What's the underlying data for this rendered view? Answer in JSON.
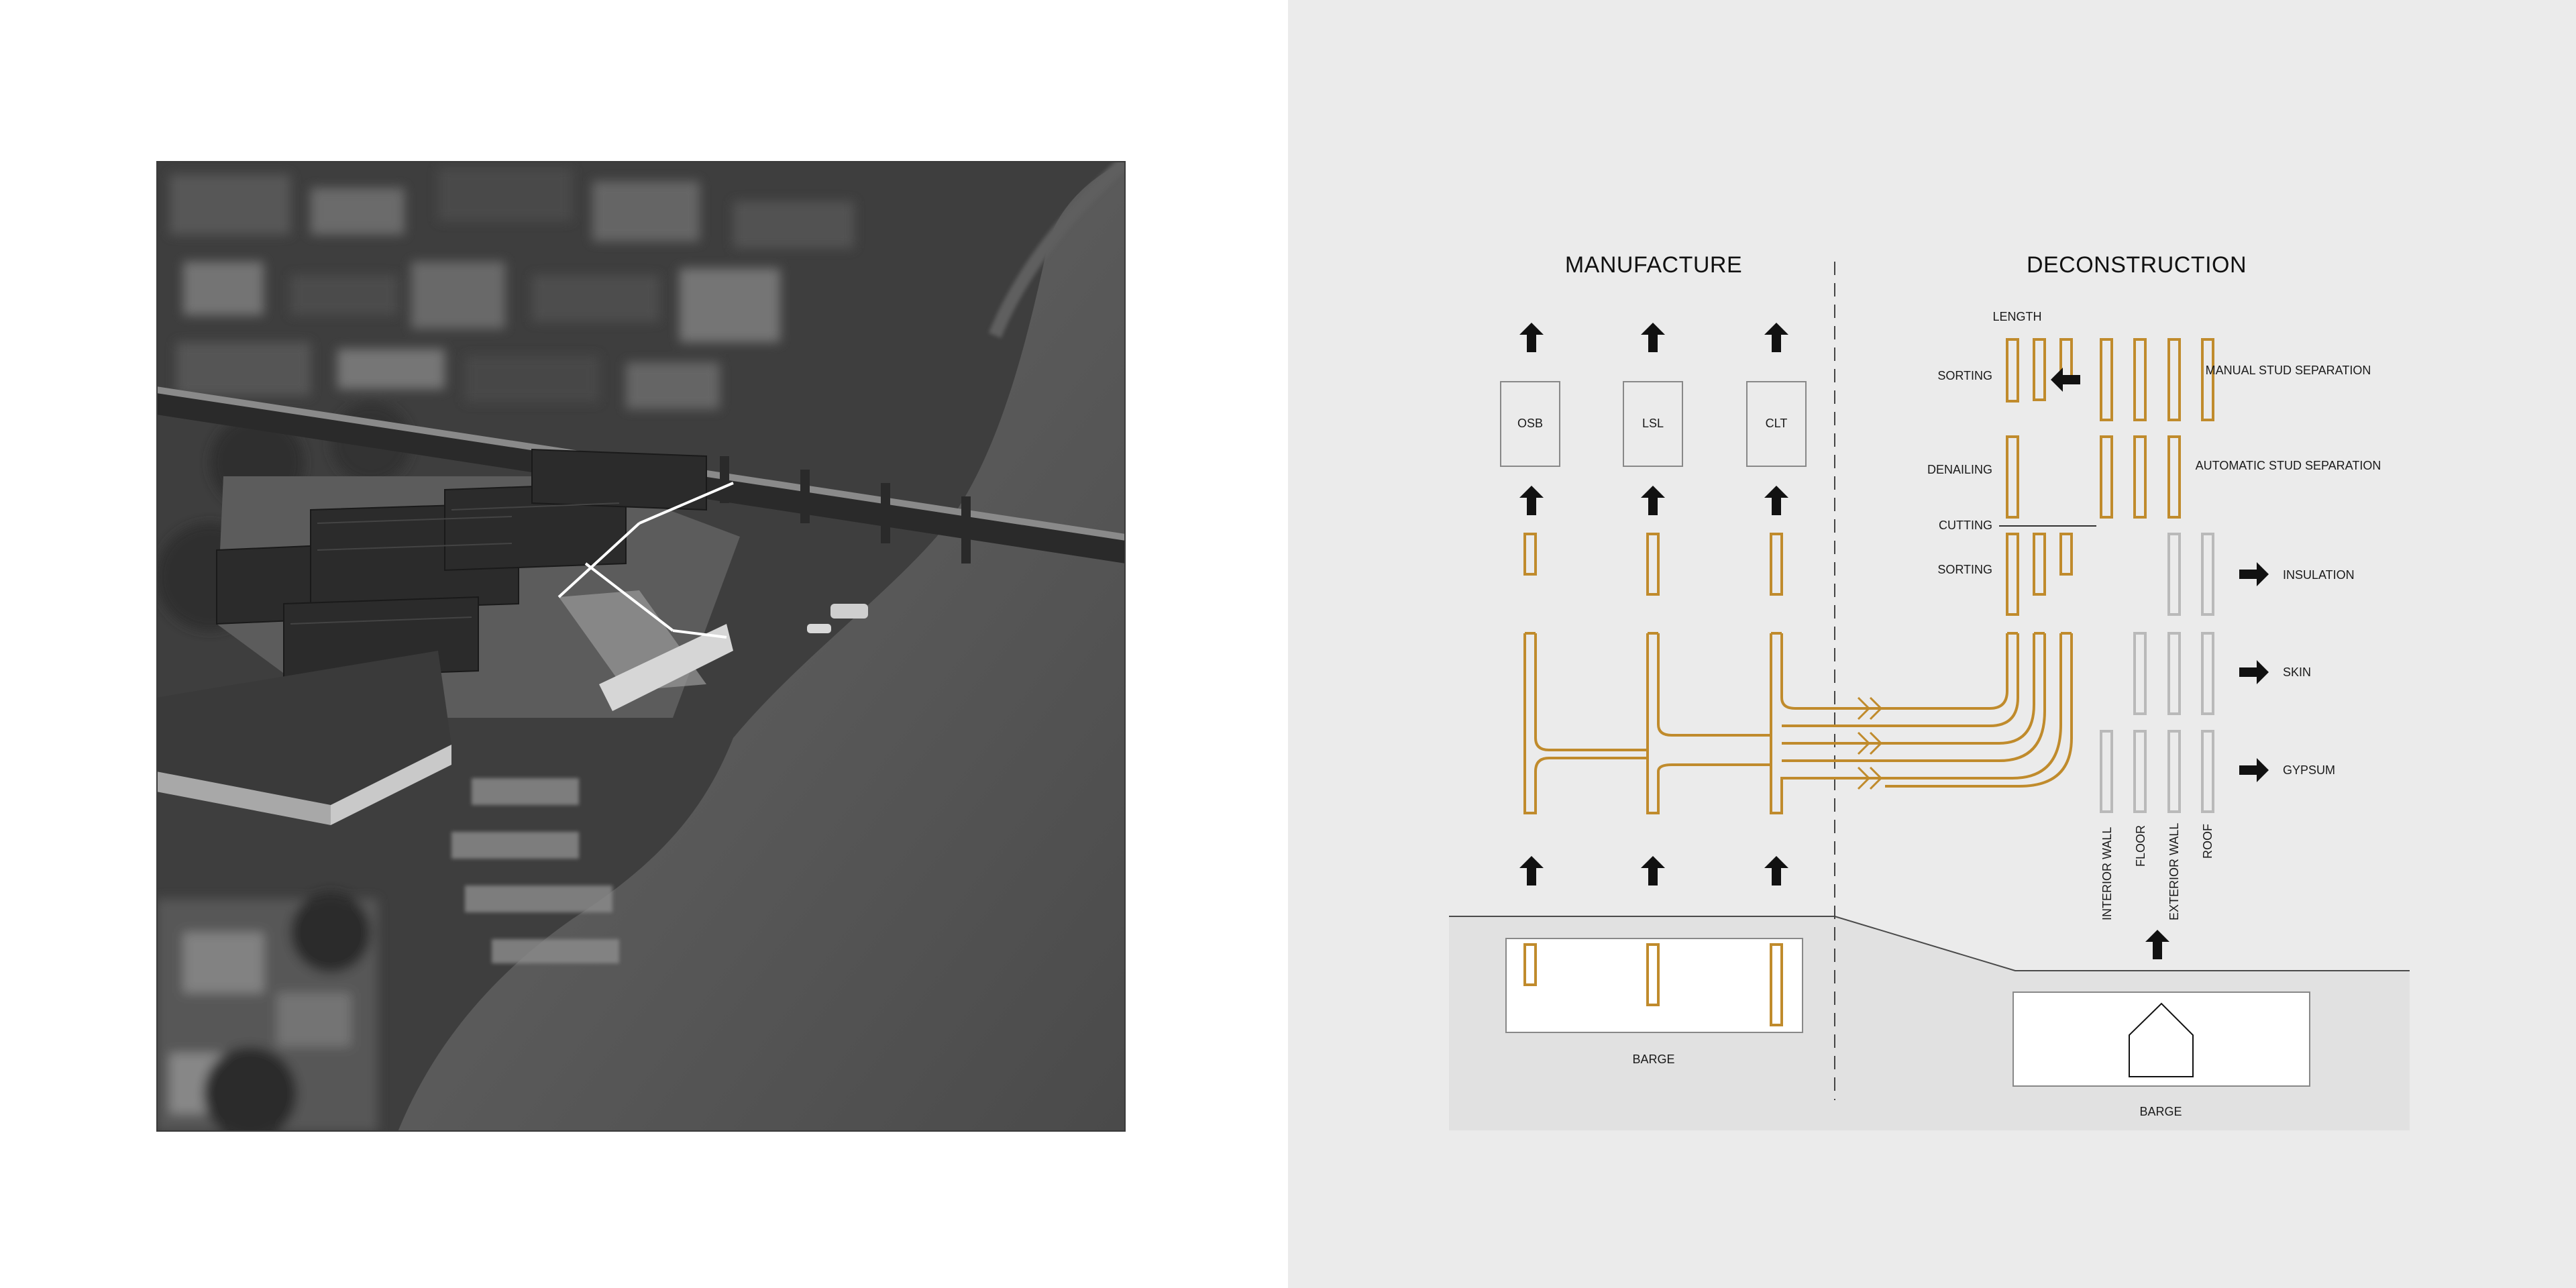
{
  "diagram": {
    "manufacture": {
      "title": "MANUFACTURE",
      "products": [
        "OSB",
        "LSL",
        "CLT"
      ],
      "barge_label": "BARGE"
    },
    "deconstruction": {
      "title": "DECONSTRUCTION",
      "length_label": "LENGTH",
      "process_labels": [
        "SORTING",
        "DENAILING",
        "CUTTING",
        "SORTING"
      ],
      "separation_labels": [
        "MANUAL STUD SEPARATION",
        "AUTOMATIC STUD SEPARATION"
      ],
      "material_outputs": [
        "INSULATION",
        "SKIN",
        "GYPSUM"
      ],
      "component_labels": [
        "INTERIOR WALL",
        "FLOOR",
        "EXTERIOR WALL",
        "ROOF"
      ],
      "barge_label": "BARGE"
    },
    "colors": {
      "timber": "#c08b2c",
      "grey_member": "#b9b9b9",
      "outline": "#888888",
      "background": "#ebebeb"
    }
  }
}
